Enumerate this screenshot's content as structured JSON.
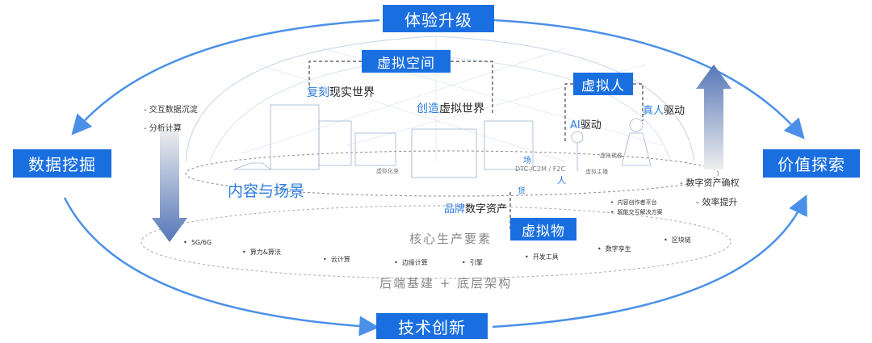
{
  "boxes": {
    "top": "体验升级",
    "left": "数据挖掘",
    "right": "价值探索",
    "bottom": "技术创新",
    "virtual_space": "虚拟空间",
    "virtual_human": "虚拟人",
    "virtual_goods": "虚拟物"
  },
  "left_notes": [
    "- 交互数据沉淀",
    "- 分析计算"
  ],
  "right_notes": [
    "- 数字资产确权",
    "- 效率提升"
  ],
  "labels": {
    "replicate_hl": "复刻",
    "replicate_rest": "现实世界",
    "create_hl": "创造",
    "create_rest": "虚拟世界",
    "ai_hl": "AI",
    "ai_rest": "驱动",
    "real_hl": "真人",
    "real_rest": "驱动",
    "brand_hl": "品牌",
    "brand_rest": "数字资产",
    "content_scene": "内容与场景",
    "core": "核心生产要素",
    "backend": "后端基建  +  底层架构"
  },
  "tiny": {
    "avatar": "虚拟化身",
    "idol": "虚拟偶像",
    "host": "虚拟主播",
    "dtc": "DTC /C2M / F2C",
    "chang": "场",
    "ren": "人",
    "huo": "货"
  },
  "platform_items": [
    "内容创作者平台",
    "智能交互解决方案"
  ],
  "tech_items": [
    "5G/6G",
    "算力&算法",
    "云计算",
    "边缘计算",
    "引擎",
    "开发工具",
    "数字孪生",
    "区块链"
  ]
}
